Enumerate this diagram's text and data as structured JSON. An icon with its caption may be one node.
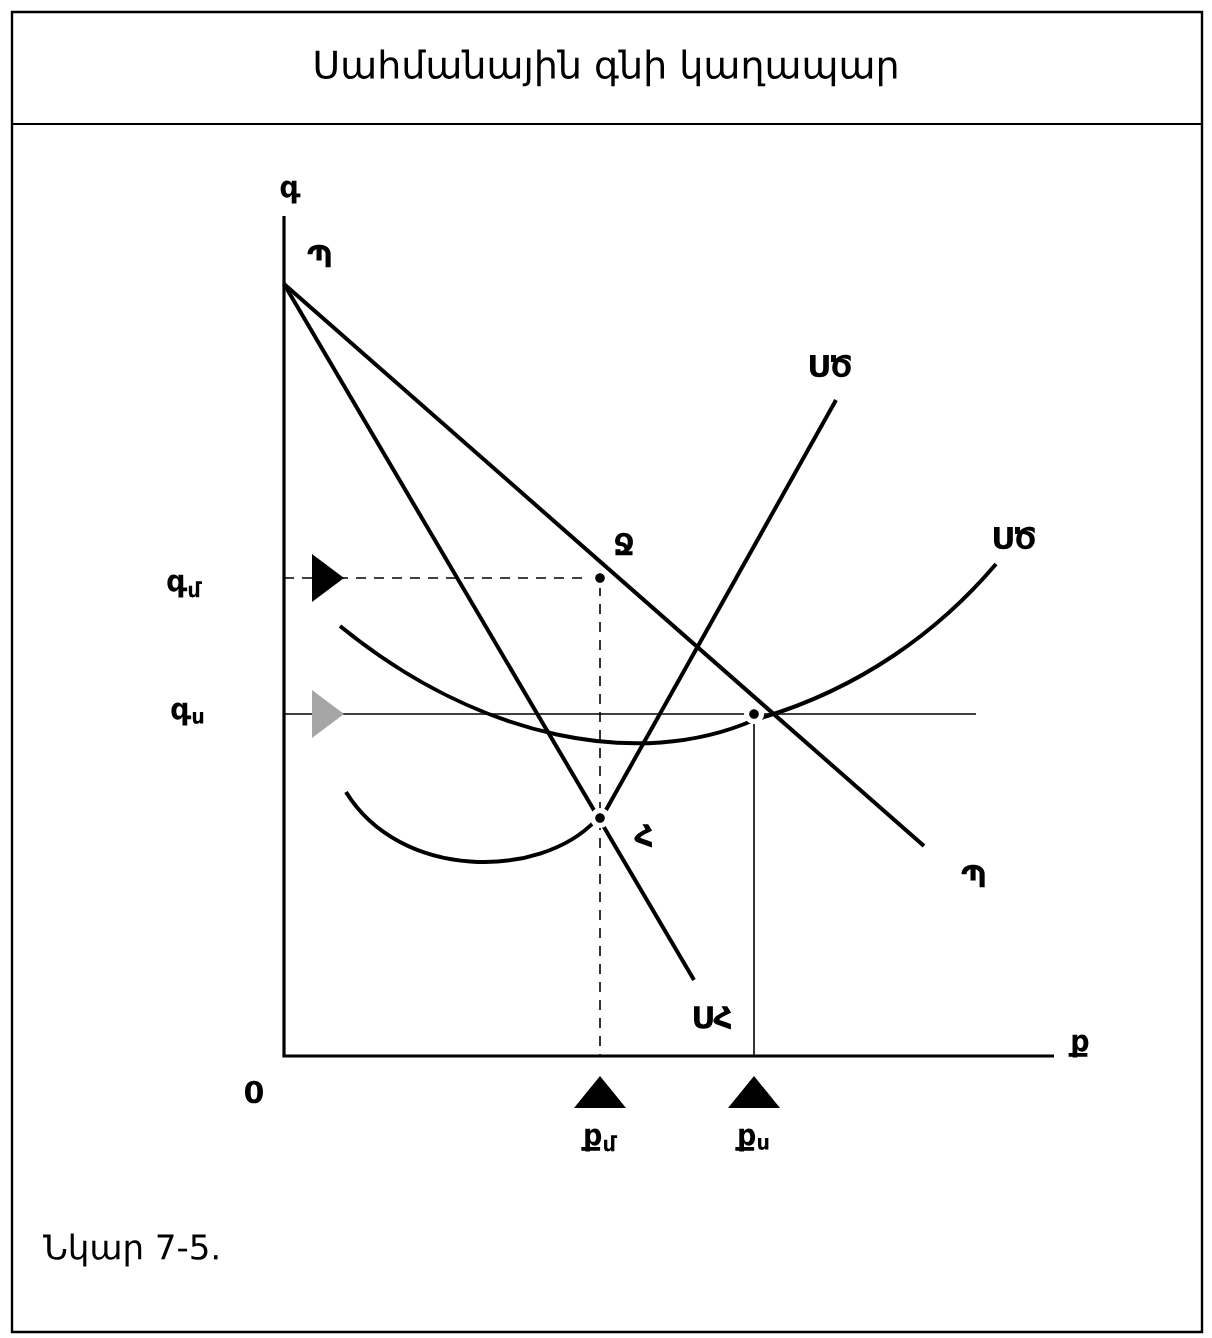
{
  "diagram": {
    "title": "Սահմանային գնի կաղապար",
    "caption": "Նկար 7-5.",
    "labels": [
      "գ",
      "Պ",
      "ՍԾ",
      "Ջ",
      "գ$_{մ}$",
      "ՍԾ",
      "գ$_{ս}$",
      "Հ",
      "Պ",
      "ՍՀ",
      "ք",
      "0",
      "ք$_{մ}$",
      "ք$_{ս}$"
    ]
  }
}
